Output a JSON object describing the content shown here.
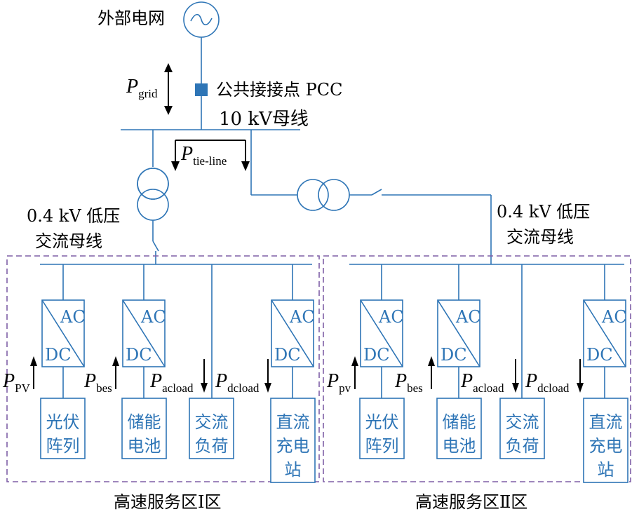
{
  "grid": {
    "label": "外部电网"
  },
  "pcc": {
    "label": "公共接接点 PCC"
  },
  "bus10": {
    "label": "10 kV母线"
  },
  "p_grid": {
    "sym": "P",
    "sub": "grid"
  },
  "p_tie": {
    "sym": "P",
    "sub": "tie-line"
  },
  "bus04_left": {
    "line1": "0.4 kV 低压",
    "line2": "交流母线"
  },
  "bus04_right": {
    "line1": "0.4 kV 低压",
    "line2": "交流母线"
  },
  "converter": {
    "ac": "AC",
    "dc": "DC"
  },
  "zone1": {
    "label": "高速服务区Ⅰ区",
    "powers": [
      {
        "sym": "P",
        "sub": "PV"
      },
      {
        "sym": "P",
        "sub": "bes"
      },
      {
        "sym": "P",
        "sub": "acload"
      },
      {
        "sym": "P",
        "sub": "dcload"
      }
    ],
    "blocks": [
      {
        "l1": "光伏",
        "l2": "阵列",
        "l3": ""
      },
      {
        "l1": "储能",
        "l2": "电池",
        "l3": ""
      },
      {
        "l1": "交流",
        "l2": "负荷",
        "l3": ""
      },
      {
        "l1": "直流",
        "l2": "充电",
        "l3": "站"
      }
    ]
  },
  "zone2": {
    "label": "高速服务区Ⅱ区",
    "powers": [
      {
        "sym": "P",
        "sub": "pv"
      },
      {
        "sym": "P",
        "sub": "bes"
      },
      {
        "sym": "P",
        "sub": "acload"
      },
      {
        "sym": "P",
        "sub": "dcload"
      }
    ],
    "blocks": [
      {
        "l1": "光伏",
        "l2": "阵列",
        "l3": ""
      },
      {
        "l1": "储能",
        "l2": "电池",
        "l3": ""
      },
      {
        "l1": "交流",
        "l2": "负荷",
        "l3": ""
      },
      {
        "l1": "直流",
        "l2": "充电",
        "l3": "站"
      }
    ]
  }
}
